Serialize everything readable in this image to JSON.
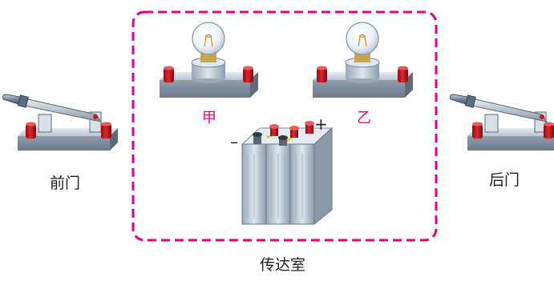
{
  "labels": {
    "front_door": "前门",
    "back_door": "后门",
    "room": "传达室",
    "bulb_a": "甲",
    "bulb_b": "乙"
  },
  "battery": {
    "positive": "+",
    "negative": "–"
  },
  "colors": {
    "dashed_border": "#e6007e",
    "bulb_label": "#e6007e",
    "base_fill": "#bcc6d2",
    "terminal": "#c8171e",
    "battery_body": "#c9d3df"
  }
}
